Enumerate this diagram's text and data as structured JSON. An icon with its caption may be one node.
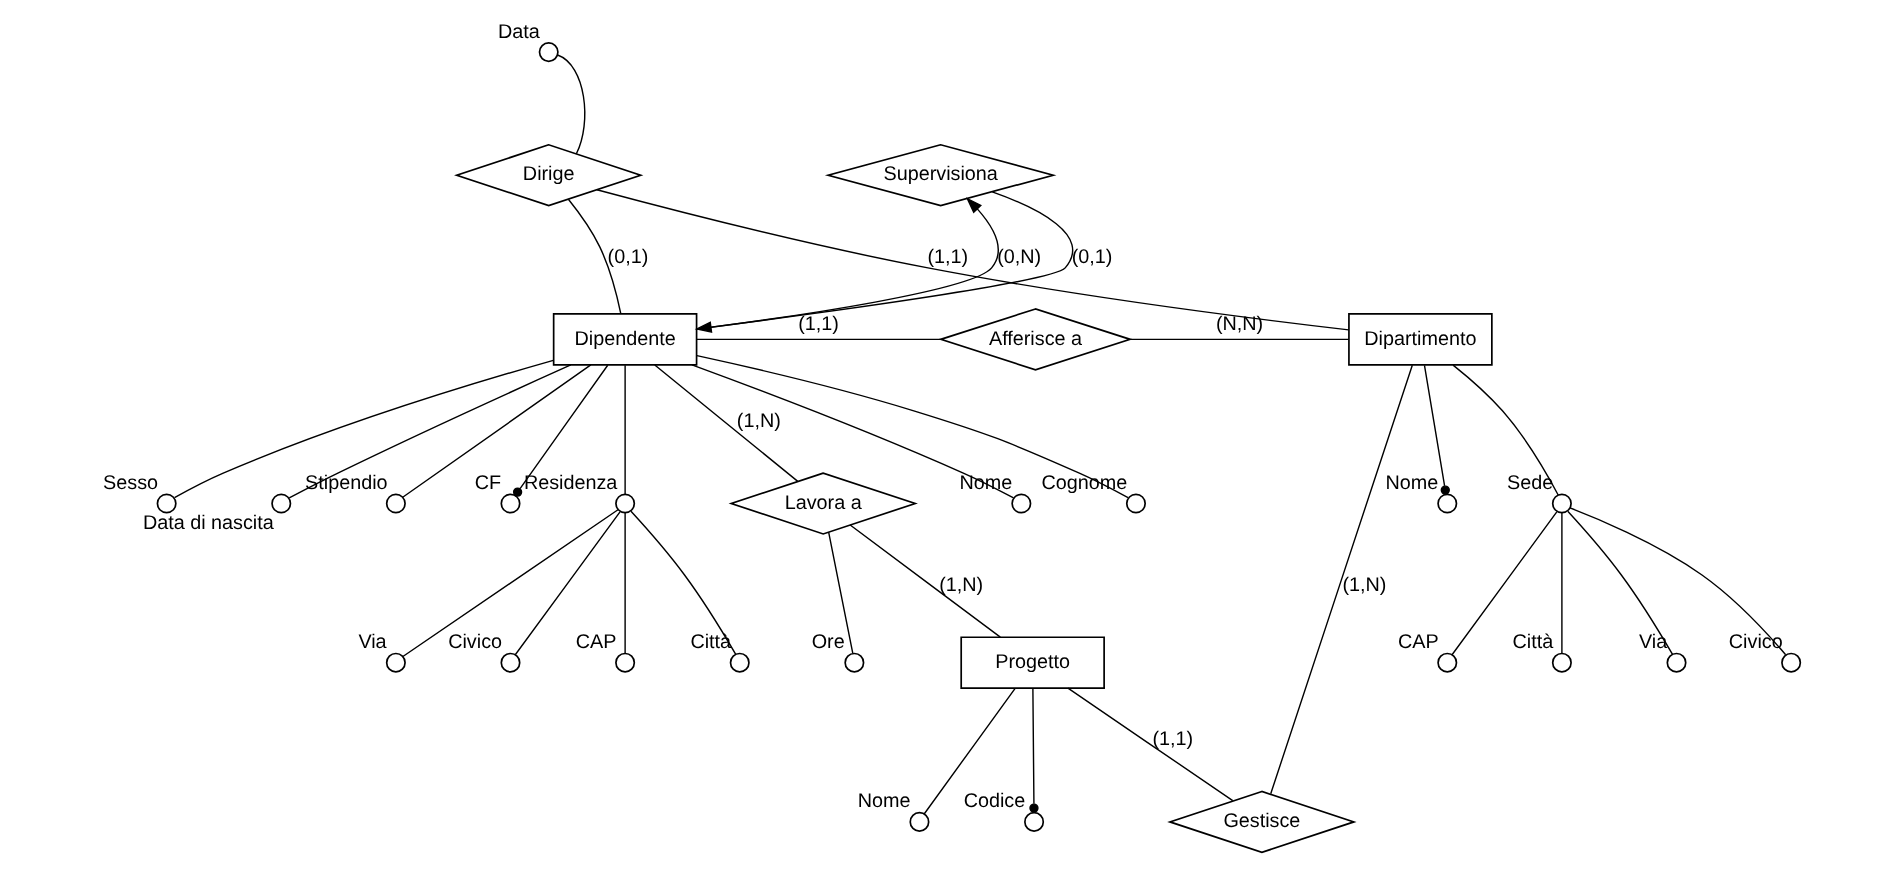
{
  "diagram": {
    "nodes": [
      {
        "text": [
          "Dipendente"
        ]
      },
      {
        "text": [
          "Supervisiona"
        ]
      },
      {
        "text": [
          "Dirige"
        ]
      },
      {
        "text": [
          "Afferisce a"
        ]
      },
      {
        "text": [
          "Dipartimento"
        ]
      },
      {
        "text": [
          "Lavora a"
        ]
      },
      {
        "text": [
          "Progetto"
        ]
      },
      {
        "text": [
          "Gestisce"
        ]
      },
      {
        "text": [],
        "shape": "circle",
        "beside": [
          "Data"
        ]
      },
      {
        "text": [],
        "shape": "circle",
        "beside": [
          "Nome"
        ]
      },
      {
        "text": [],
        "shape": "circle",
        "beside": [
          "Cognome"
        ]
      },
      {
        "text": [],
        "shape": "circle",
        "beside": [
          "Sesso"
        ]
      },
      {
        "text": [],
        "shape": "circle",
        "beside": [
          "Data di nascita"
        ]
      },
      {
        "text": [],
        "shape": "circle",
        "beside": [
          "Stipendio"
        ]
      },
      {
        "text": [],
        "shape": "circle",
        "beside": [
          "CF"
        ]
      },
      {
        "text": [],
        "shape": "circle",
        "beside": [
          "Residenza"
        ]
      },
      {
        "text": [],
        "shape": "circle",
        "beside": [
          "Città"
        ]
      },
      {
        "text": [],
        "shape": "circle",
        "beside": [
          "Via"
        ]
      },
      {
        "text": [],
        "shape": "circle",
        "beside": [
          "Civico"
        ]
      },
      {
        "text": [],
        "shape": "circle",
        "beside": [
          "CAP"
        ]
      },
      {
        "text": [],
        "shape": "circle",
        "beside": [
          "Nome"
        ]
      },
      {
        "text": [],
        "shape": "circle",
        "beside": [
          "Sede"
        ]
      },
      {
        "text": [],
        "shape": "circle",
        "beside": [
          "Città"
        ]
      },
      {
        "text": [],
        "shape": "circle",
        "beside": [
          "Via"
        ]
      },
      {
        "text": [],
        "shape": "circle",
        "beside": [
          "Civico"
        ]
      },
      {
        "text": [],
        "shape": "circle",
        "beside": [
          "CAP"
        ]
      },
      {
        "text": [],
        "shape": "circle",
        "beside": [
          "Ore"
        ]
      },
      {
        "text": [],
        "shape": "circle",
        "beside": [
          "Nome"
        ]
      },
      {
        "text": [],
        "shape": "circle",
        "beside": [
          "Codice"
        ]
      }
    ],
    "edges": [
      {
        "from": 0,
        "to": 1,
        "arrow": "to",
        "label": "(0,N)"
      },
      {
        "from": 1,
        "to": 0,
        "arrow": "to",
        "label": "(0,1)"
      },
      {
        "from": 0,
        "to": 2,
        "arrow": "none",
        "label": "(0,1)"
      },
      {
        "from": 2,
        "to": 4,
        "arrow": "none",
        "label": "(1,1)"
      },
      {
        "from": 0,
        "to": 3,
        "arrow": "none",
        "label": "(1,1)"
      },
      {
        "from": 3,
        "to": 4,
        "arrow": "none",
        "label": "(N,N)"
      },
      {
        "from": 0,
        "to": 5,
        "arrow": "none",
        "label": "(1,N)"
      },
      {
        "from": 5,
        "to": 6,
        "arrow": "none",
        "label": "(1,N)"
      },
      {
        "from": 6,
        "to": 7,
        "arrow": "none",
        "label": "(1,1)"
      },
      {
        "from": 7,
        "to": 4,
        "arrow": "none",
        "label": "(1,N)"
      },
      {
        "from": 2,
        "to": 8,
        "arrow": "none"
      },
      {
        "from": 0,
        "to": 9,
        "arrow": "none"
      },
      {
        "from": 0,
        "to": 10,
        "arrow": "none"
      },
      {
        "from": 0,
        "to": 11,
        "arrow": "none"
      },
      {
        "from": 0,
        "to": 12,
        "arrow": "none"
      },
      {
        "from": 0,
        "to": 13,
        "arrow": "none"
      },
      {
        "from": 0,
        "to": 14,
        "arrow": "other"
      },
      {
        "from": 0,
        "to": 15,
        "arrow": "none"
      },
      {
        "from": 15,
        "to": 16,
        "arrow": "none"
      },
      {
        "from": 15,
        "to": 17,
        "arrow": "none"
      },
      {
        "from": 15,
        "to": 18,
        "arrow": "none"
      },
      {
        "from": 15,
        "to": 19,
        "arrow": "none"
      },
      {
        "from": 4,
        "to": 20,
        "arrow": "other"
      },
      {
        "from": 4,
        "to": 21,
        "arrow": "none"
      },
      {
        "from": 21,
        "to": 22,
        "arrow": "none"
      },
      {
        "from": 21,
        "to": 23,
        "arrow": "none"
      },
      {
        "from": 21,
        "to": 24,
        "arrow": "none"
      },
      {
        "from": 21,
        "to": 25,
        "arrow": "none"
      },
      {
        "from": 5,
        "to": 26,
        "arrow": "none"
      },
      {
        "from": 6,
        "to": 27,
        "arrow": "none"
      },
      {
        "from": 6,
        "to": 28,
        "arrow": "other"
      }
    ]
  }
}
